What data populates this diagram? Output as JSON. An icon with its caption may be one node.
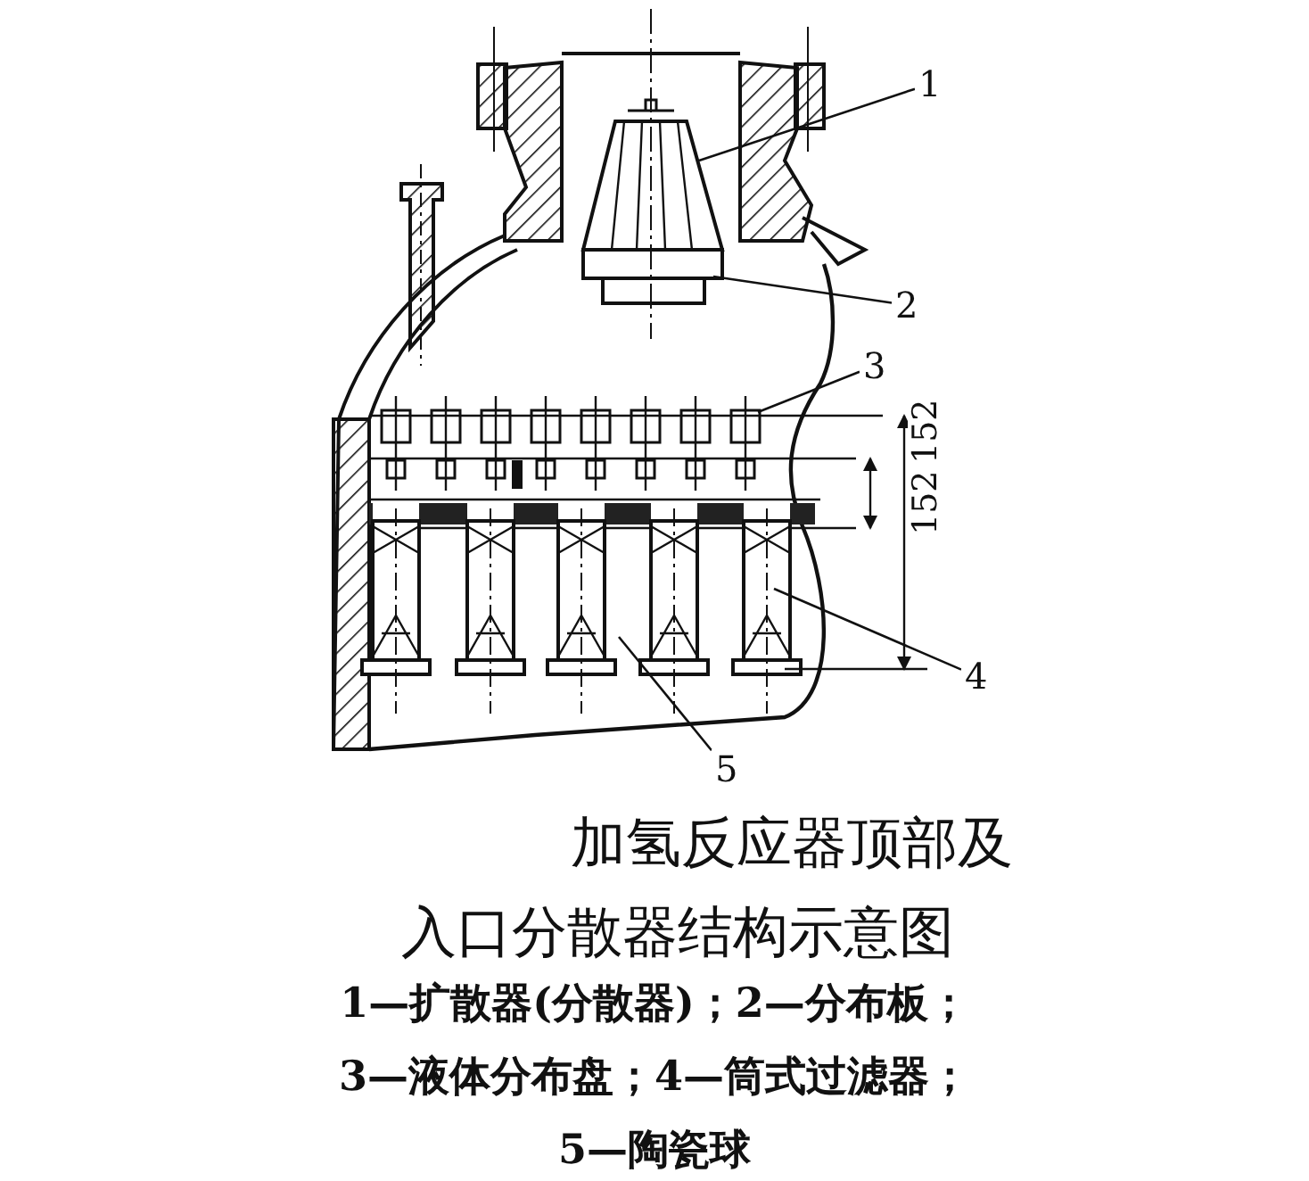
{
  "diagram": {
    "caption": "加氢反应器顶部及入口分散器结构示意图",
    "nodes": [
      {
        "text": [
          "1"
        ]
      },
      {
        "text": [
          "2"
        ]
      },
      {
        "text": [
          "3"
        ]
      },
      {
        "text": [
          "4"
        ]
      },
      {
        "text": [
          "5"
        ]
      }
    ],
    "edges": [
      {
        "from": 0,
        "to": null,
        "arrow": "none"
      },
      {
        "from": 1,
        "to": null,
        "arrow": "none"
      },
      {
        "from": 2,
        "to": null,
        "arrow": "none"
      },
      {
        "from": 3,
        "to": null,
        "arrow": "none"
      },
      {
        "from": 4,
        "to": null,
        "arrow": "none"
      }
    ],
    "labels": [
      "152",
      "152",
      "1—扩散器(分散器)；2—分布板；",
      "3—液体分布盘；4—筒式过滤器；",
      "5—陶瓷球"
    ]
  }
}
